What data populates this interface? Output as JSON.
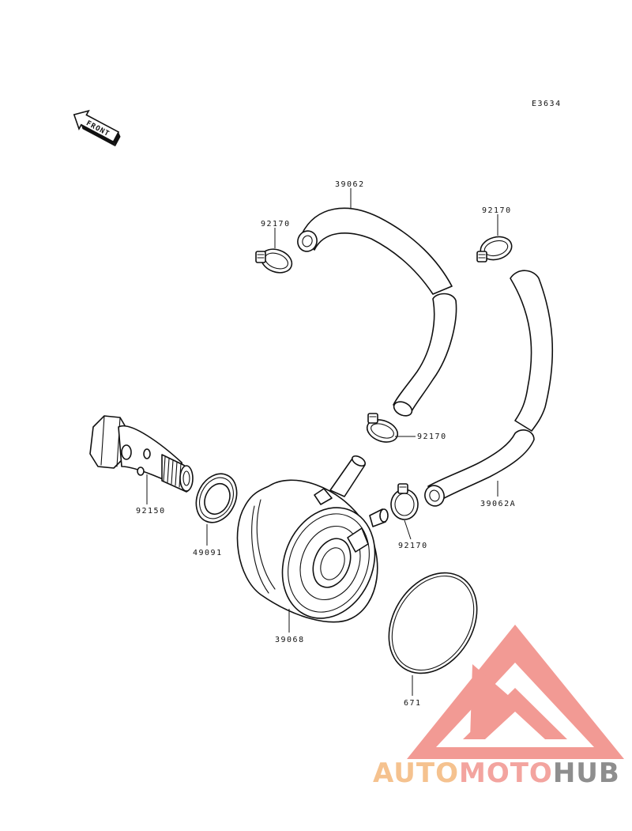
{
  "diagram_code": "E3634",
  "front_label": "FRONT",
  "parts": {
    "hose_upper": "39062",
    "clamp_top_left": "92170",
    "clamp_top_right": "92170",
    "clamp_middle": "92170",
    "clamp_lower_right": "92170",
    "hose_lower": "39062A",
    "bolt": "92150",
    "gasket": "49091",
    "oil_cooler": "39068",
    "o_ring": "671"
  },
  "watermark": {
    "part1": "AUTO",
    "part2": "MOTO",
    "part3": "HUB",
    "colors": {
      "auto": "#f5c28f",
      "moto": "#f3a49f",
      "hub": "#8e8e8e",
      "logo": "#f29a94"
    }
  }
}
